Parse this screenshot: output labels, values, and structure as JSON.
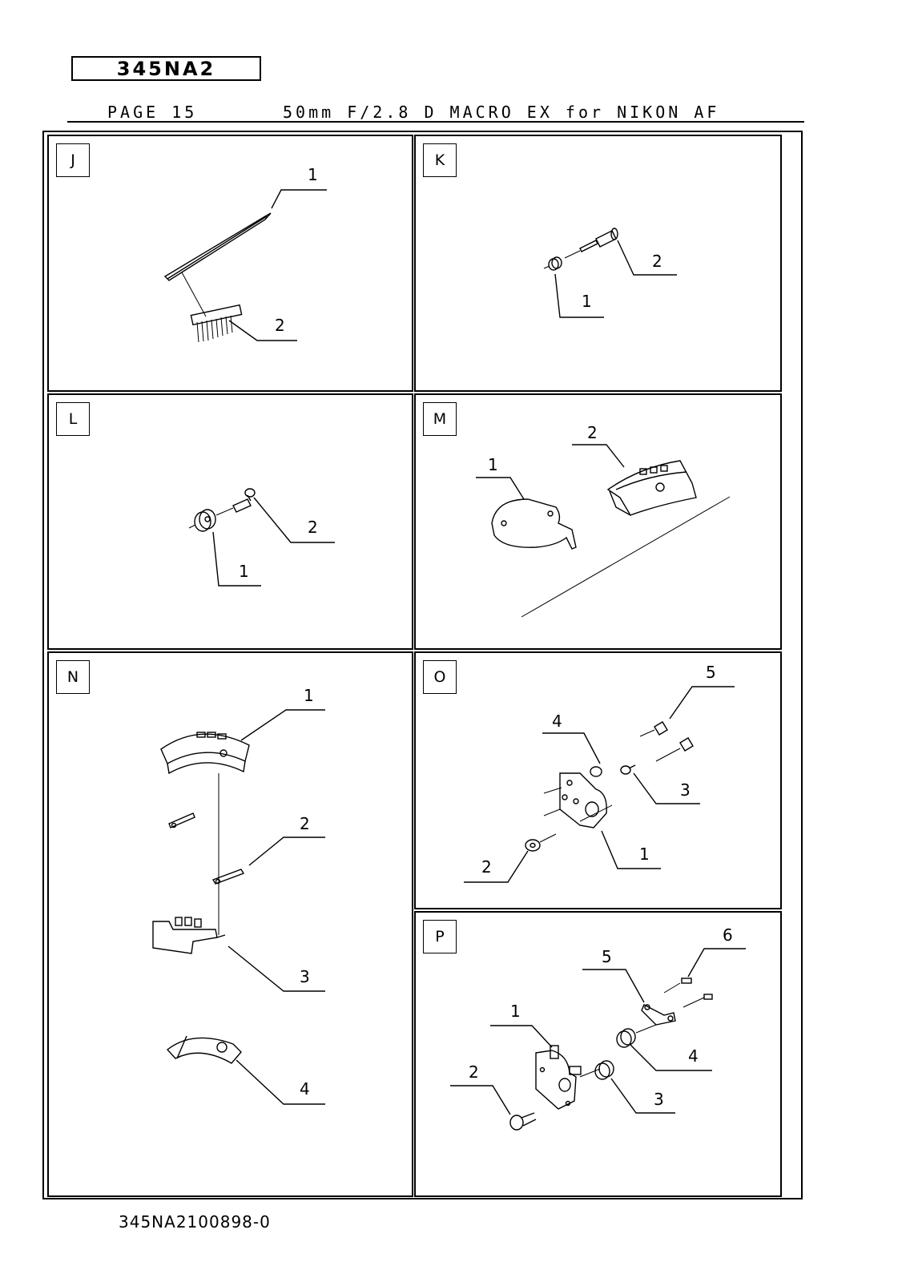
{
  "document": {
    "model_code": "345NA2",
    "page_label": "PAGE 15",
    "lens_title": "50mm F/2.8 D MACRO EX for NIKON AF",
    "footer_code": "345NA2100898-0"
  },
  "panels": [
    {
      "id": "J",
      "callouts": [
        "1",
        "2"
      ]
    },
    {
      "id": "K",
      "callouts": [
        "1",
        "2"
      ]
    },
    {
      "id": "L",
      "callouts": [
        "1",
        "2"
      ]
    },
    {
      "id": "M",
      "callouts": [
        "1",
        "2"
      ]
    },
    {
      "id": "N",
      "callouts": [
        "1",
        "2",
        "3",
        "4"
      ]
    },
    {
      "id": "O",
      "callouts": [
        "1",
        "2",
        "3",
        "4",
        "5"
      ]
    },
    {
      "id": "P",
      "callouts": [
        "1",
        "2",
        "3",
        "4",
        "5",
        "6"
      ]
    }
  ]
}
